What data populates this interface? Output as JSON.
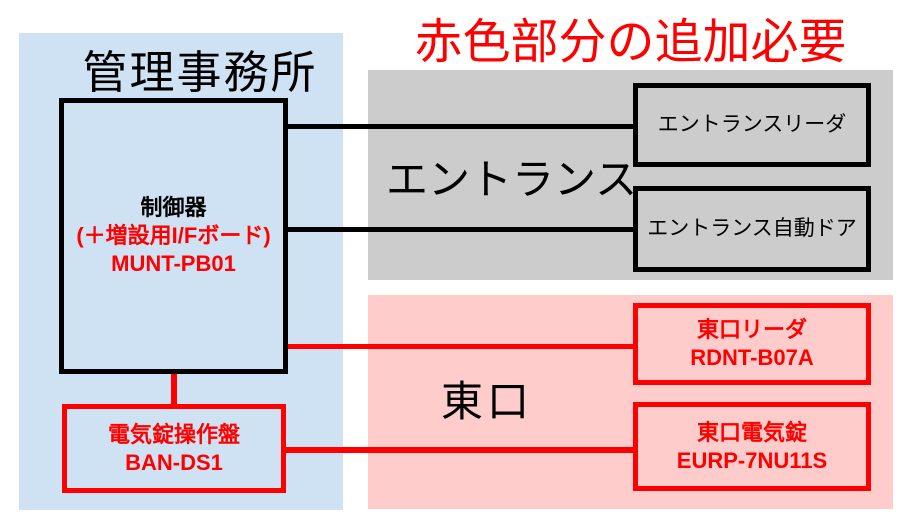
{
  "title": "赤色部分の追加必要",
  "regions": {
    "office": {
      "label": "管理事務所"
    },
    "entrance": {
      "label": "エントランス"
    },
    "east": {
      "label": "東口"
    }
  },
  "nodes": {
    "controller": {
      "name": "制御器",
      "addon": "(＋増設用I/Fボード)",
      "model": "MUNT-PB01"
    },
    "lock_panel": {
      "name": "電気錠操作盤",
      "model": "BAN-DS1"
    },
    "entrance_reader": {
      "name": "エントランスリーダ"
    },
    "entrance_door": {
      "name": "エントランス自動ドア"
    },
    "east_reader": {
      "name": "東口リーダ",
      "model": "RDNT-B07A"
    },
    "east_lock": {
      "name": "東口電気錠",
      "model": "EURP-7NU11S"
    }
  },
  "colors": {
    "accent_red": "#ff0000",
    "line_black": "#000000",
    "office_bg": "#cfe2f3",
    "entrance_bg": "#cccccc",
    "east_bg": "#ffcccc"
  }
}
